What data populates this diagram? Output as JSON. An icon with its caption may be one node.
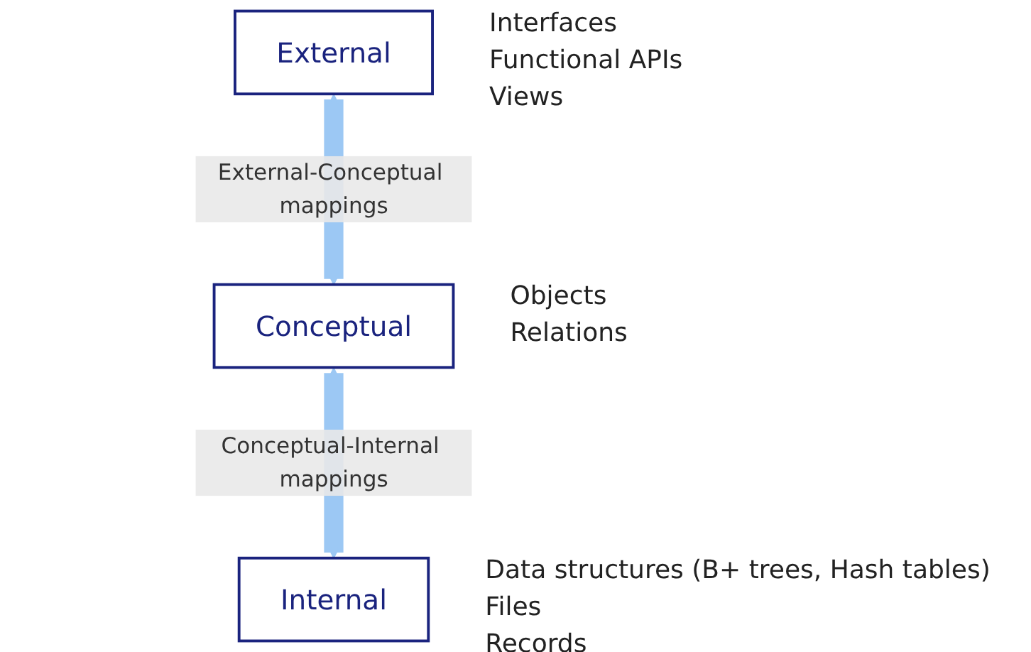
{
  "diagram": {
    "nodes": [
      {
        "text": [
          "External"
        ],
        "beside": [
          "Interfaces",
          "Functional APIs",
          "Views"
        ]
      },
      {
        "text": [
          "Conceptual"
        ],
        "beside": [
          "Objects",
          "Relations"
        ]
      },
      {
        "text": [
          "Internal"
        ],
        "beside": [
          "Data structures (B+ trees, Hash tables)",
          "Files",
          "Records"
        ]
      }
    ],
    "edges": [
      {
        "from": 0,
        "to": 1,
        "arrow": "both",
        "label": "External-Conceptual mappings",
        "color": "#9cc8f4"
      },
      {
        "from": 1,
        "to": 2,
        "arrow": "both",
        "label": "Conceptual-Internal mappings",
        "color": "#9cc8f4"
      }
    ]
  }
}
